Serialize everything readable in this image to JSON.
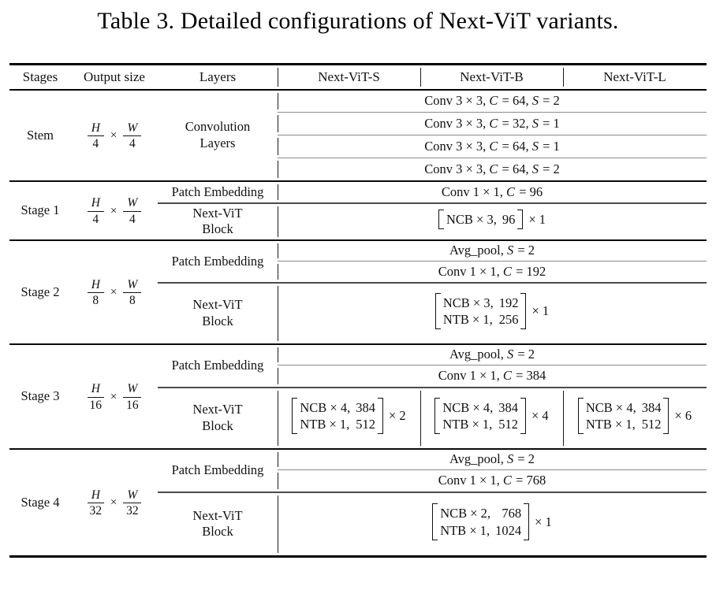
{
  "title": "Table 3. Detailed configurations of Next-ViT variants.",
  "symbols": {
    "times": "×"
  },
  "header": {
    "stages": "Stages",
    "output_size": "Output size",
    "layers": "Layers",
    "variants": [
      "Next-ViT-S",
      "Next-ViT-B",
      "Next-ViT-L"
    ]
  },
  "stem": {
    "stage": "Stem",
    "output": {
      "num1": "H",
      "den1": "4",
      "num2": "W",
      "den2": "4"
    },
    "layer_line1": "Convolution",
    "layer_line2": "Layers",
    "rows": [
      "Conv 3 × 3, C = 64, S = 2",
      "Conv 3 × 3, C = 32, S = 1",
      "Conv 3 × 3, C = 64, S = 1",
      "Conv 3 × 3, C = 64, S = 2"
    ]
  },
  "stage1": {
    "stage": "Stage 1",
    "output": {
      "num1": "H",
      "den1": "4",
      "num2": "W",
      "den2": "4"
    },
    "patch_label": "Patch Embedding",
    "patch_rows": [
      "Conv 1 × 1, C = 96"
    ],
    "block_label_line1": "Next-ViT",
    "block_label_line2": "Block",
    "block": {
      "rows": [
        [
          "NCB × 3,",
          "96"
        ]
      ],
      "mult": "× 1"
    }
  },
  "stage2": {
    "stage": "Stage 2",
    "output": {
      "num1": "H",
      "den1": "8",
      "num2": "W",
      "den2": "8"
    },
    "patch_label": "Patch Embedding",
    "patch_rows": [
      "Avg_pool, S = 2",
      "Conv 1 × 1, C = 192"
    ],
    "block_label_line1": "Next-ViT",
    "block_label_line2": "Block",
    "block": {
      "rows": [
        [
          "NCB × 3,",
          "192"
        ],
        [
          "NTB × 1,",
          "256"
        ]
      ],
      "mult": "× 1"
    }
  },
  "stage3": {
    "stage": "Stage 3",
    "output": {
      "num1": "H",
      "den1": "16",
      "num2": "W",
      "den2": "16"
    },
    "patch_label": "Patch Embedding",
    "patch_rows": [
      "Avg_pool, S = 2",
      "Conv 1 × 1, C = 384"
    ],
    "block_label_line1": "Next-ViT",
    "block_label_line2": "Block",
    "blocks": [
      {
        "rows": [
          [
            "NCB × 4,",
            "384"
          ],
          [
            "NTB × 1,",
            "512"
          ]
        ],
        "mult": "× 2"
      },
      {
        "rows": [
          [
            "NCB × 4,",
            "384"
          ],
          [
            "NTB × 1,",
            "512"
          ]
        ],
        "mult": "× 4"
      },
      {
        "rows": [
          [
            "NCB × 4,",
            "384"
          ],
          [
            "NTB × 1,",
            "512"
          ]
        ],
        "mult": "× 6"
      }
    ]
  },
  "stage4": {
    "stage": "Stage 4",
    "output": {
      "num1": "H",
      "den1": "32",
      "num2": "W",
      "den2": "32"
    },
    "patch_label": "Patch Embedding",
    "patch_rows": [
      "Avg_pool, S = 2",
      "Conv 1 × 1, C = 768"
    ],
    "block_label_line1": "Next-ViT",
    "block_label_line2": "Block",
    "block": {
      "rows": [
        [
          "NCB × 2,",
          "768"
        ],
        [
          "NTB × 1,",
          "1024"
        ]
      ],
      "mult": "× 1"
    }
  }
}
